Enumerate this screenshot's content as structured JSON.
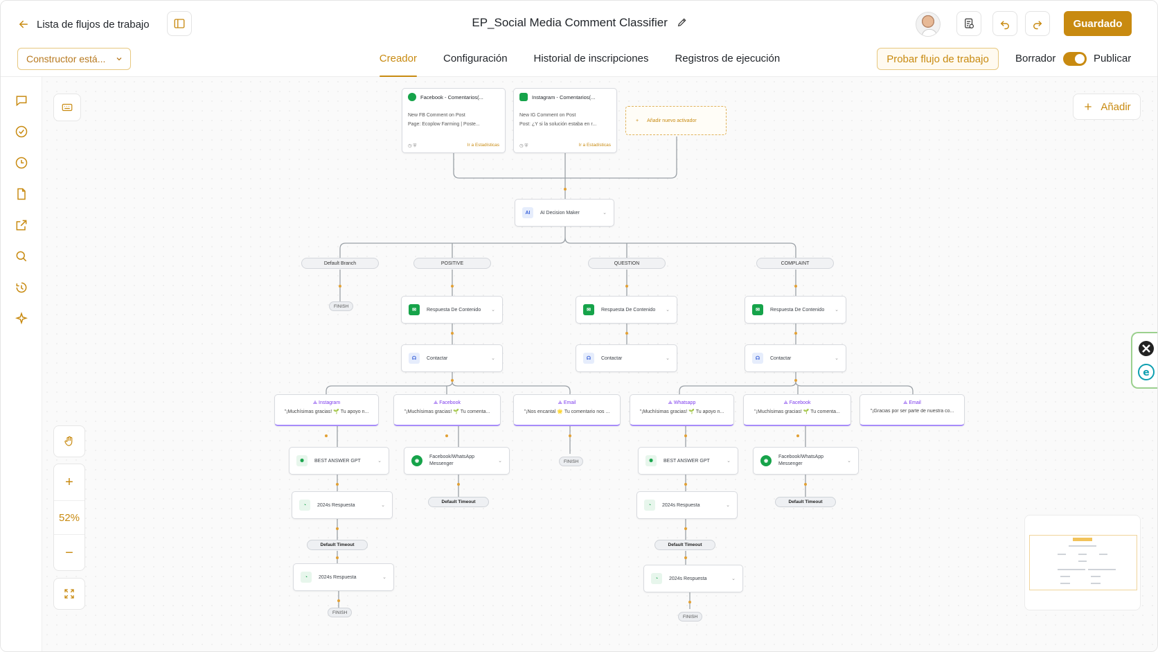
{
  "header": {
    "back_label": "Lista de flujos de trabajo",
    "title": "EP_Social Media Comment Classifier",
    "save_label": "Guardado",
    "builder_select": "Constructor está...",
    "tabs": [
      "Creador",
      "Configuración",
      "Historial de inscripciones",
      "Registros de ejecución"
    ],
    "active_tab": "Creador",
    "test_label": "Probar flujo de trabajo",
    "draft_label": "Borrador",
    "publish_label": "Publicar",
    "publish_toggle_on": true
  },
  "colors": {
    "accent": "#c88a10",
    "purple": "#7c3aed",
    "green": "#16a34a"
  },
  "rail_icons": [
    "chat-icon",
    "check-circle-icon",
    "clock-icon",
    "file-icon",
    "external-link-icon",
    "search-icon",
    "history-icon",
    "sparkle-icon"
  ],
  "canvas": {
    "add_label": "Añadir",
    "zoom": "52%"
  },
  "triggers": [
    {
      "title": "Facebook - Comentarios(...",
      "line1": "New FB Comment on Post",
      "line2": "Page: Ecoplow Farming   |   Poste...",
      "stats": "Ir a Estadísticas"
    },
    {
      "title": "Instagram - Comentarios(...",
      "line1": "New IG Comment on Post",
      "line2": "Post: ¿Y si la solución estaba en r...",
      "stats": "Ir a Estadísticas"
    }
  ],
  "add_trigger_label": "Añadir nuevo activador",
  "decision": {
    "label": "AI Decision Maker",
    "icon": "AI"
  },
  "branches": [
    "Default Branch",
    "POSITIVE",
    "QUESTION",
    "COMPLAINT"
  ],
  "finish_label": "FINISH",
  "content_label": "Respuesta De Contenido",
  "contact_label": "Contactar",
  "messages": [
    {
      "channel": "Instagram",
      "text": "\"¡Muchísimas gracias! 🌱 Tu apoyo n..."
    },
    {
      "channel": "Facebook",
      "text": "\"¡Muchísimas gracias! 🌱 Tu comenta..."
    },
    {
      "channel": "Email",
      "text": "\"¡Nos encantal 🌟 Tu comentario nos ..."
    },
    {
      "channel": "Whatsapp",
      "text": "\"¡Muchísimas gracias! 🌱 Tu apoyo n..."
    },
    {
      "channel": "Facebook",
      "text": "\"¡Muchísimas gracias! 🌱 Tu comenta..."
    },
    {
      "channel": "Email",
      "text": "\"¡Gracias por ser parte de nuestra co..."
    }
  ],
  "gpt_label": "BEST ANSWER GPT",
  "messenger_label": "Facebook/WhatsApp Messenger",
  "wait_label": "2024s Respuesta",
  "timeout_label": "Default Timeout"
}
